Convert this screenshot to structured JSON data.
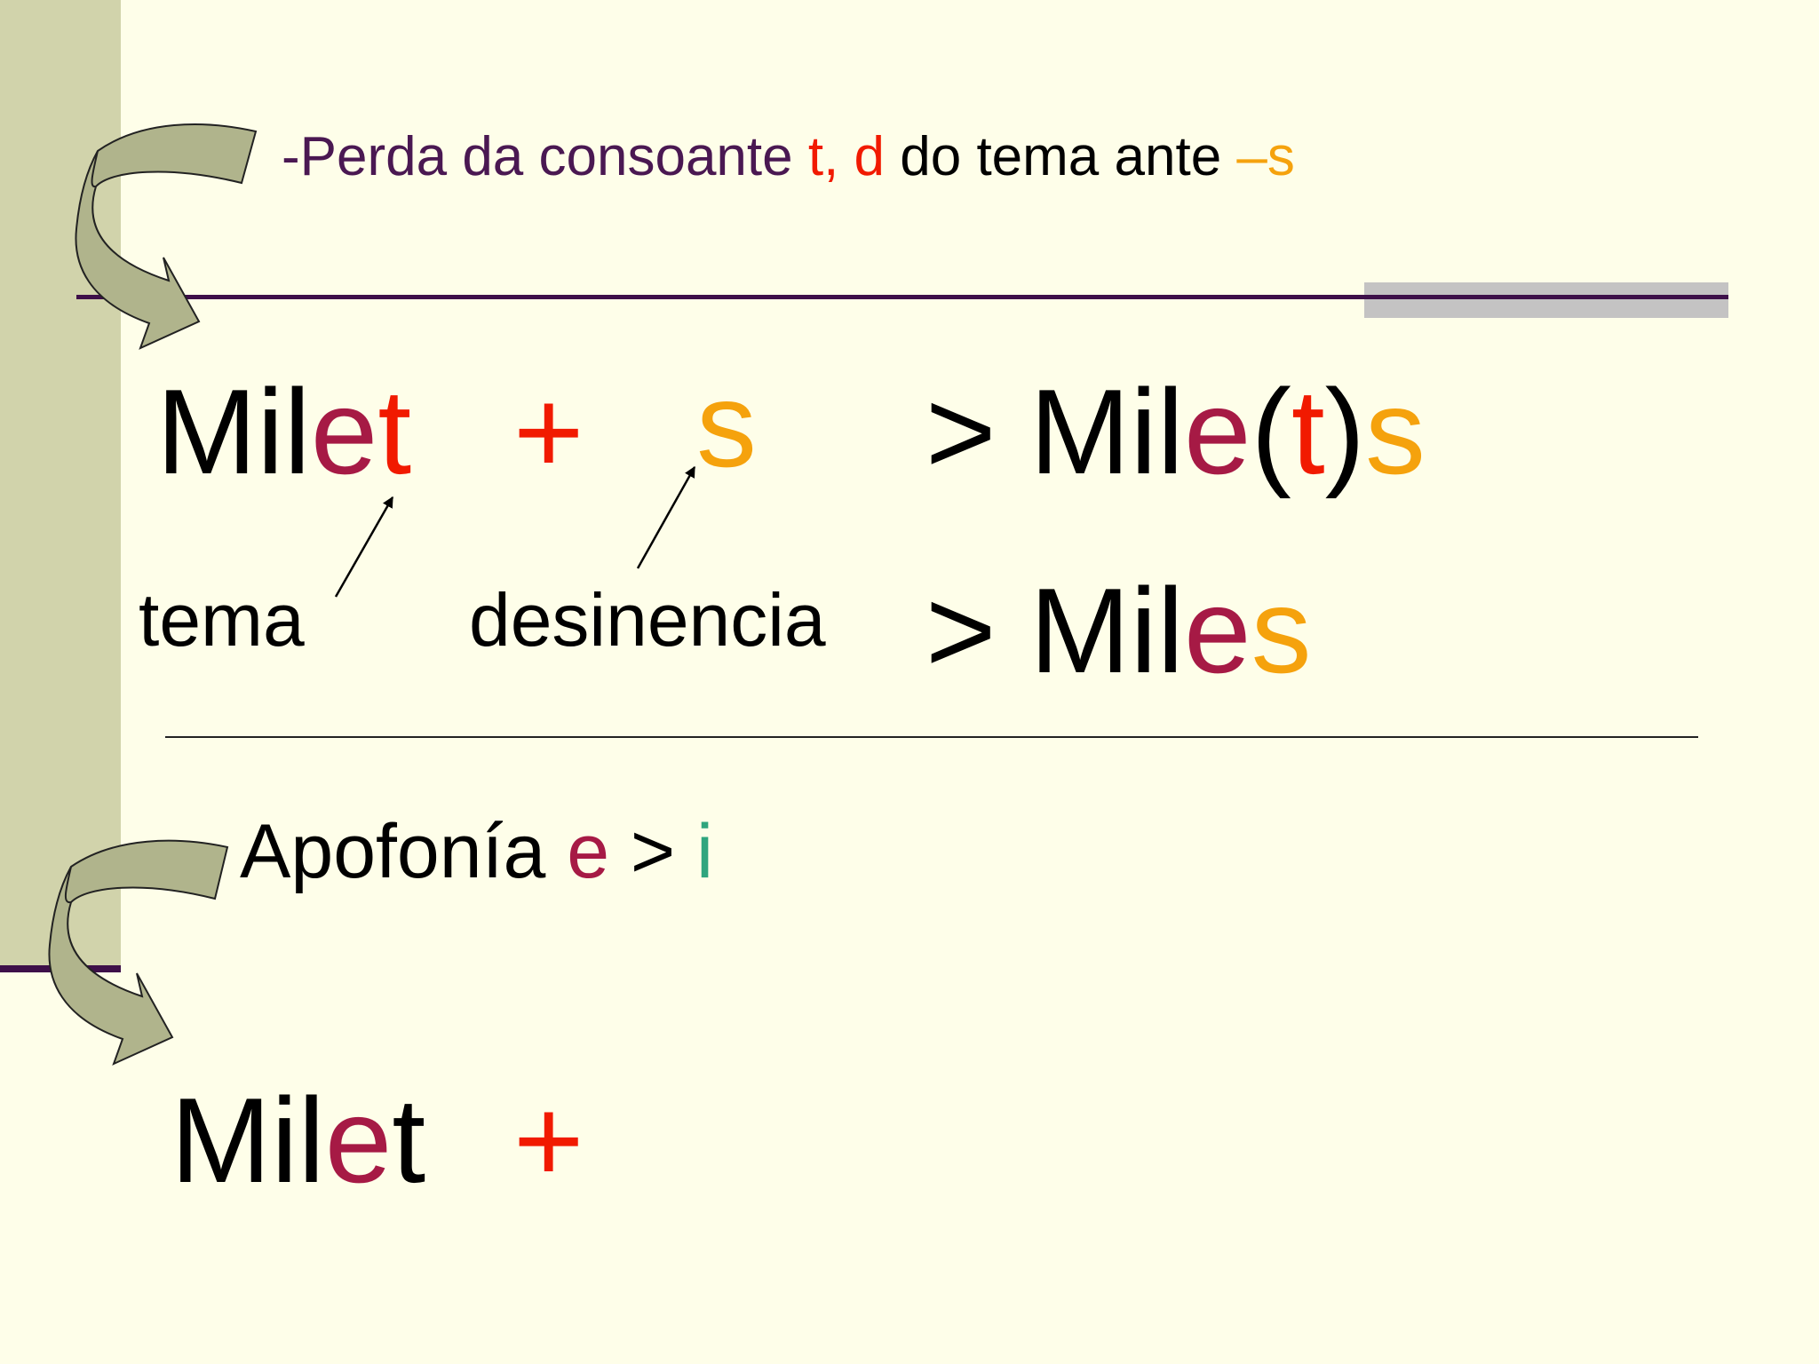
{
  "colors": {
    "background": "#fefee9",
    "left_bar": "#d1d3ab",
    "rule": "#3e1049",
    "grey_accent": "#c4c3c3",
    "purple_text": "#4a1852",
    "red": "#f11a00",
    "maroon": "#a61a45",
    "orange": "#f5a20d",
    "green": "#2fa57e",
    "arrow_fill": "#b0b48c"
  },
  "heading": {
    "prefix": "-Perda da consoante ",
    "letters": "t, d",
    "middle": " do tema ante ",
    "suffix": "–s"
  },
  "eq1": {
    "stem_black": "Mil",
    "stem_e": "e",
    "stem_t": "t",
    "plus": "+",
    "ending": "s",
    "result_gt": ">",
    "result_stem": "Mil",
    "result_e": "e",
    "result_open": "(",
    "result_t": "t",
    "result_close": ")",
    "result_s": "s"
  },
  "labels": {
    "tema": "tema",
    "desinencia": "desinencia"
  },
  "eq2": {
    "gt": ">",
    "stem": "Mil",
    "e": "e",
    "s": "s"
  },
  "apofonia": {
    "label": "Apofonía ",
    "e": "e",
    "gt": " > ",
    "i": "i"
  },
  "eq3": {
    "stem_black": "Mil",
    "stem_e": "e",
    "stem_t": "t",
    "plus": "+"
  },
  "icons": [
    "curved-arrow-icon",
    "pointer-arrow-icon"
  ]
}
